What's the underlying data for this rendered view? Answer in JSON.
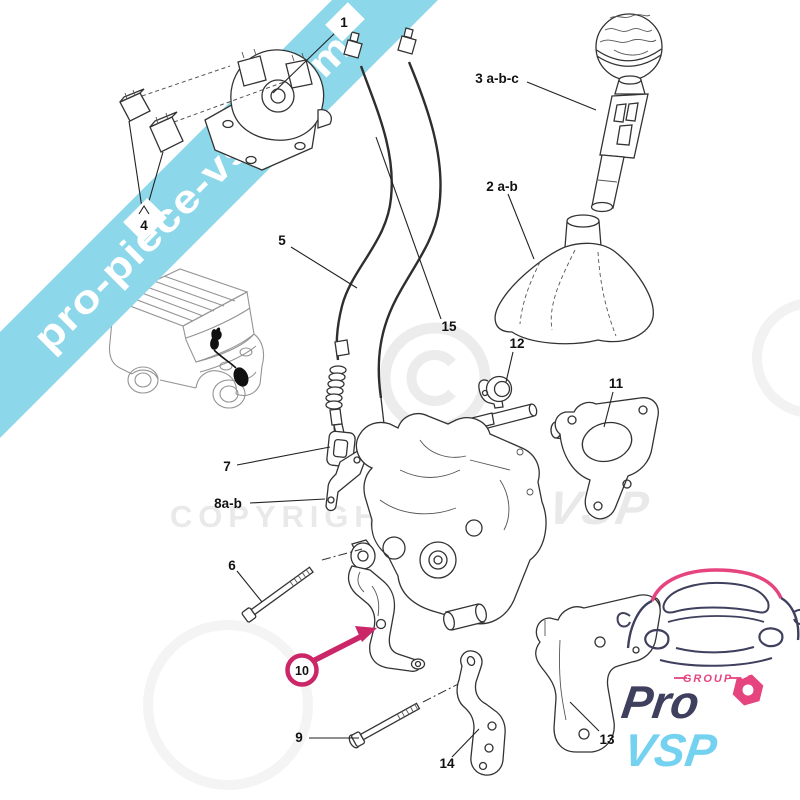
{
  "banner": {
    "text": "pro-piece-vsp.com",
    "bg_color": "#8dd7ea",
    "text_color": "#ffffff"
  },
  "watermarks": {
    "copyright": "COPYRIGHT",
    "brand": "Pro VSP",
    "symbol": "copyright-circle"
  },
  "highlight": {
    "label": "10",
    "color": "#cb2768"
  },
  "labels": {
    "l1": "1",
    "l2": "2 a-b",
    "l3": "3 a-b-c",
    "l4": "4",
    "l5": "5",
    "l6": "6",
    "l7": "7",
    "l8": "8a-b",
    "l9": "9",
    "l10": "10",
    "l11": "11",
    "l12": "12",
    "l13": "13",
    "l14": "14",
    "l15": "15"
  },
  "logo": {
    "group": "GROUP",
    "pro": "Pro",
    "vsp": "VSP",
    "pro_color": "#3f3f5e",
    "vsp_color": "#74d2f0",
    "accent_color": "#e6447f"
  }
}
